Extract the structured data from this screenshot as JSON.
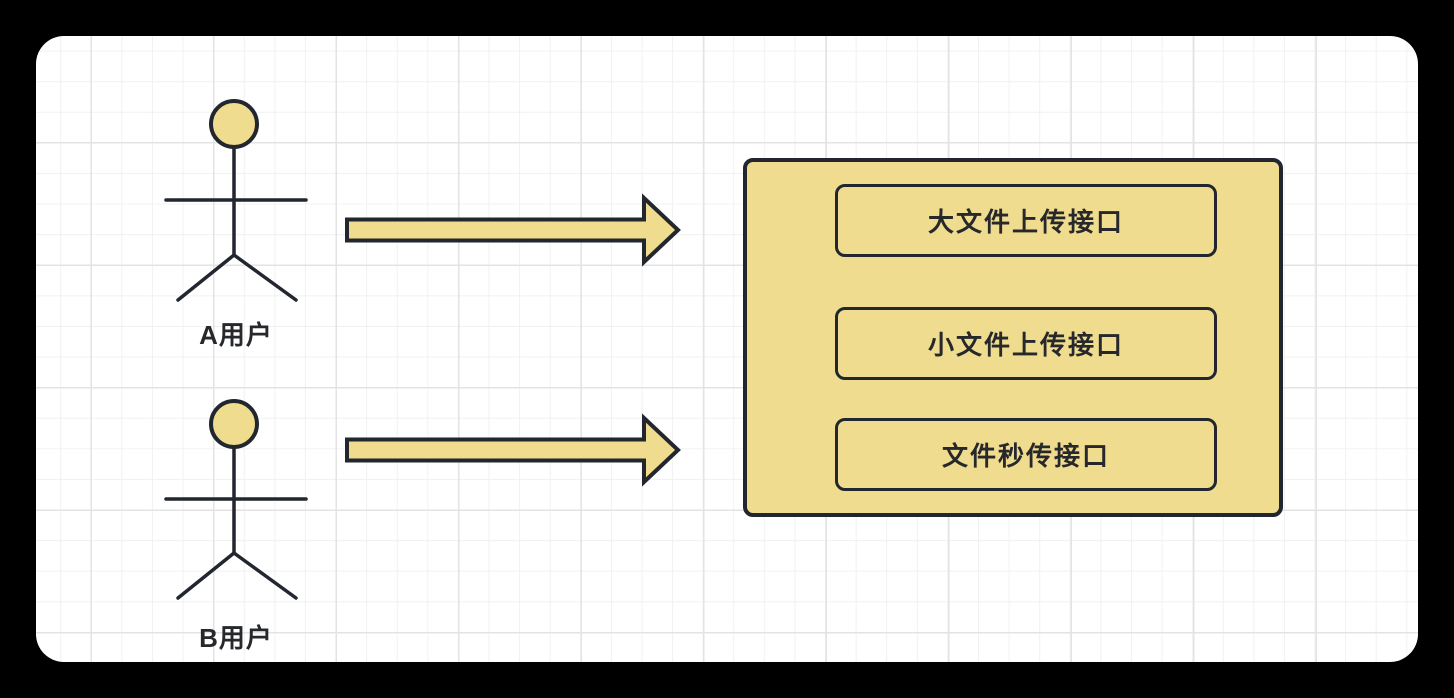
{
  "diagram": {
    "title": "file-upload-interfaces-diagram",
    "actors": [
      {
        "label": "A用户"
      },
      {
        "label": "B用户"
      }
    ],
    "server": {
      "interfaces": [
        {
          "label": "大文件上传接口"
        },
        {
          "label": "小文件上传接口"
        },
        {
          "label": "文件秒传接口"
        }
      ]
    },
    "colors": {
      "background": "#000000",
      "canvas_surface": "#ffffff",
      "grid_minor": "#f1f1f1",
      "grid_major": "#e3e3e3",
      "shape_fill": "#f0dc8e",
      "shape_stroke": "#21262f",
      "text": "#26282b"
    }
  }
}
